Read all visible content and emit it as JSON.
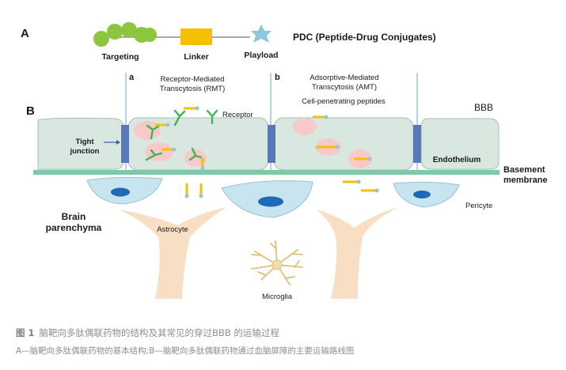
{
  "panel_a": {
    "label": "A",
    "title": "PDC (Peptide-Drug Conjugates)",
    "parts": {
      "targeting": "Targeting",
      "linker": "Linker",
      "playload": "Playload"
    }
  },
  "panel_b": {
    "label": "B",
    "route_a": {
      "label": "a",
      "title_line1": "Receptor-Mediated",
      "title_line2": "Transcytosis (RMT)",
      "receptor": "Receptor"
    },
    "route_b": {
      "label": "b",
      "title_line1": "Adsorptive-Mediated",
      "title_line2": "Transcytosis (AMT)",
      "cpp": "Cell-penetrating peptides"
    },
    "bbb": "BBB",
    "tight_junction_line1": "Tight",
    "tight_junction_line2": "junction",
    "endothelium": "Endothelium",
    "basement_line1": "Basement",
    "basement_line2": "membrane",
    "brain_line1": "Brain",
    "brain_line2": "parenchyma",
    "astrocyte": "Astrocyte",
    "pericyte": "Pericyte",
    "microglia": "Microglia"
  },
  "colors": {
    "targeting": "#8cc63f",
    "linker": "#f5c000",
    "playload": "#8ec6de",
    "endothelial": "#d8e8e0",
    "tight_junction": "#5a78b8",
    "basement": "#7cc8a8",
    "vesicle": "#f7c9c9",
    "pericyte": "#c8e4ef",
    "nucleus": "#1e6ab8",
    "astrocyte": "#f8dfc4",
    "microglia": "#f2dcaa",
    "receptor": "#3fb551"
  },
  "caption": {
    "fig_label": "图 1",
    "line1": "脑靶向多肽偶联药物的结构及其常见的穿过BBB 的运输过程",
    "line2": "A—脑靶向多肽偶联药物的基本结构;B—脑靶向多肽偶联药物通过血脑屏障的主要运输路线图"
  }
}
